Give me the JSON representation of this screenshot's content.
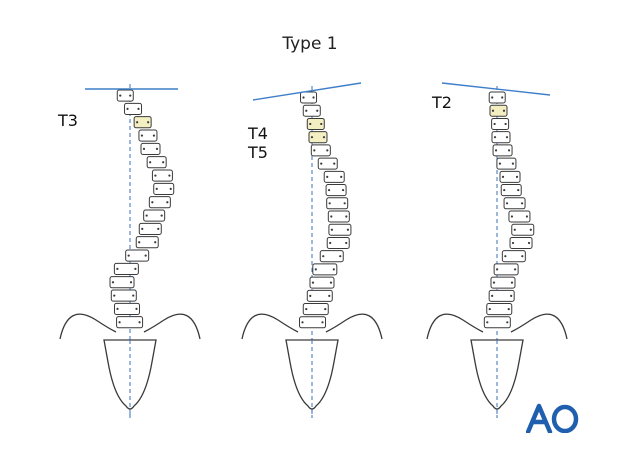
{
  "title": "Type 1",
  "colors": {
    "outline": "#3a3a3a",
    "reference_line": "#3f7fc9",
    "midline": "#4d7fc4",
    "highlight": "#f4efc3",
    "logo": "#1f5fae"
  },
  "panels": [
    {
      "labels": [
        "T3"
      ],
      "highlighted_vertebrae": [
        3
      ]
    },
    {
      "labels": [
        "T4",
        "T5"
      ],
      "highlighted_vertebrae": [
        3,
        4
      ]
    },
    {
      "labels": [
        "T2"
      ],
      "highlighted_vertebrae": [
        2
      ]
    }
  ],
  "logo": {
    "text": "AO",
    "icon": "ao-logo-icon"
  }
}
